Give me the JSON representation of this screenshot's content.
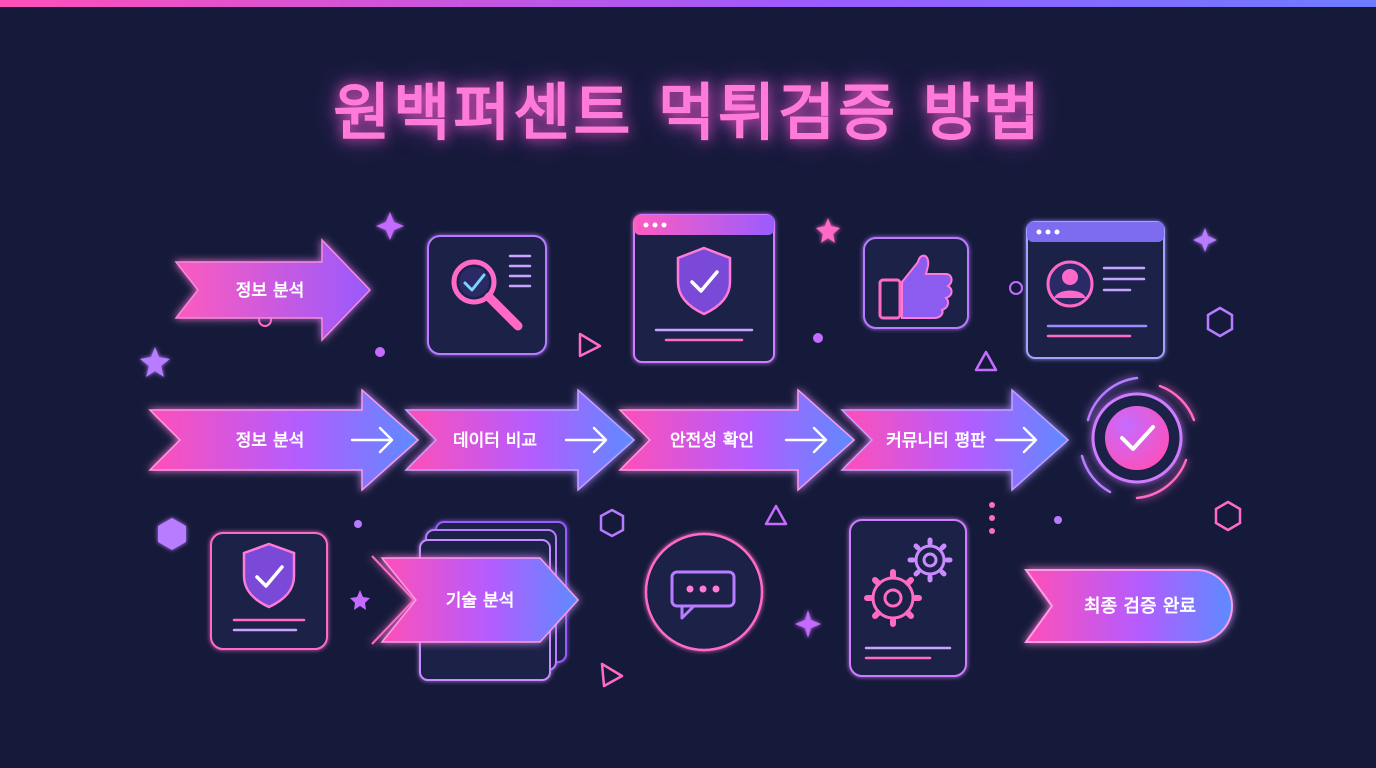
{
  "title": "원백퍼센트 먹튀검증 방법",
  "flow_steps": [
    {
      "label": "정보 분석"
    },
    {
      "label": "데이터 비교"
    },
    {
      "label": "안전성 확인"
    },
    {
      "label": "커뮤니티 평판"
    }
  ],
  "top_tag": {
    "label": "정보 분석"
  },
  "branch_tag": {
    "label": "기술 분석"
  },
  "final_tag": {
    "label": "최종 검증 완료"
  },
  "icons": [
    "magnifier-check-icon",
    "browser-shield-icon",
    "thumbs-up-icon",
    "browser-profile-icon",
    "shield-document-icon",
    "chat-bubble-icon",
    "gears-document-icon",
    "check-circle-icon"
  ],
  "colors": {
    "background": "#161a3a",
    "pink": "#ff4fb8",
    "purple": "#9a5bff",
    "blue": "#5d8bff",
    "title": "#ff7ad9"
  }
}
